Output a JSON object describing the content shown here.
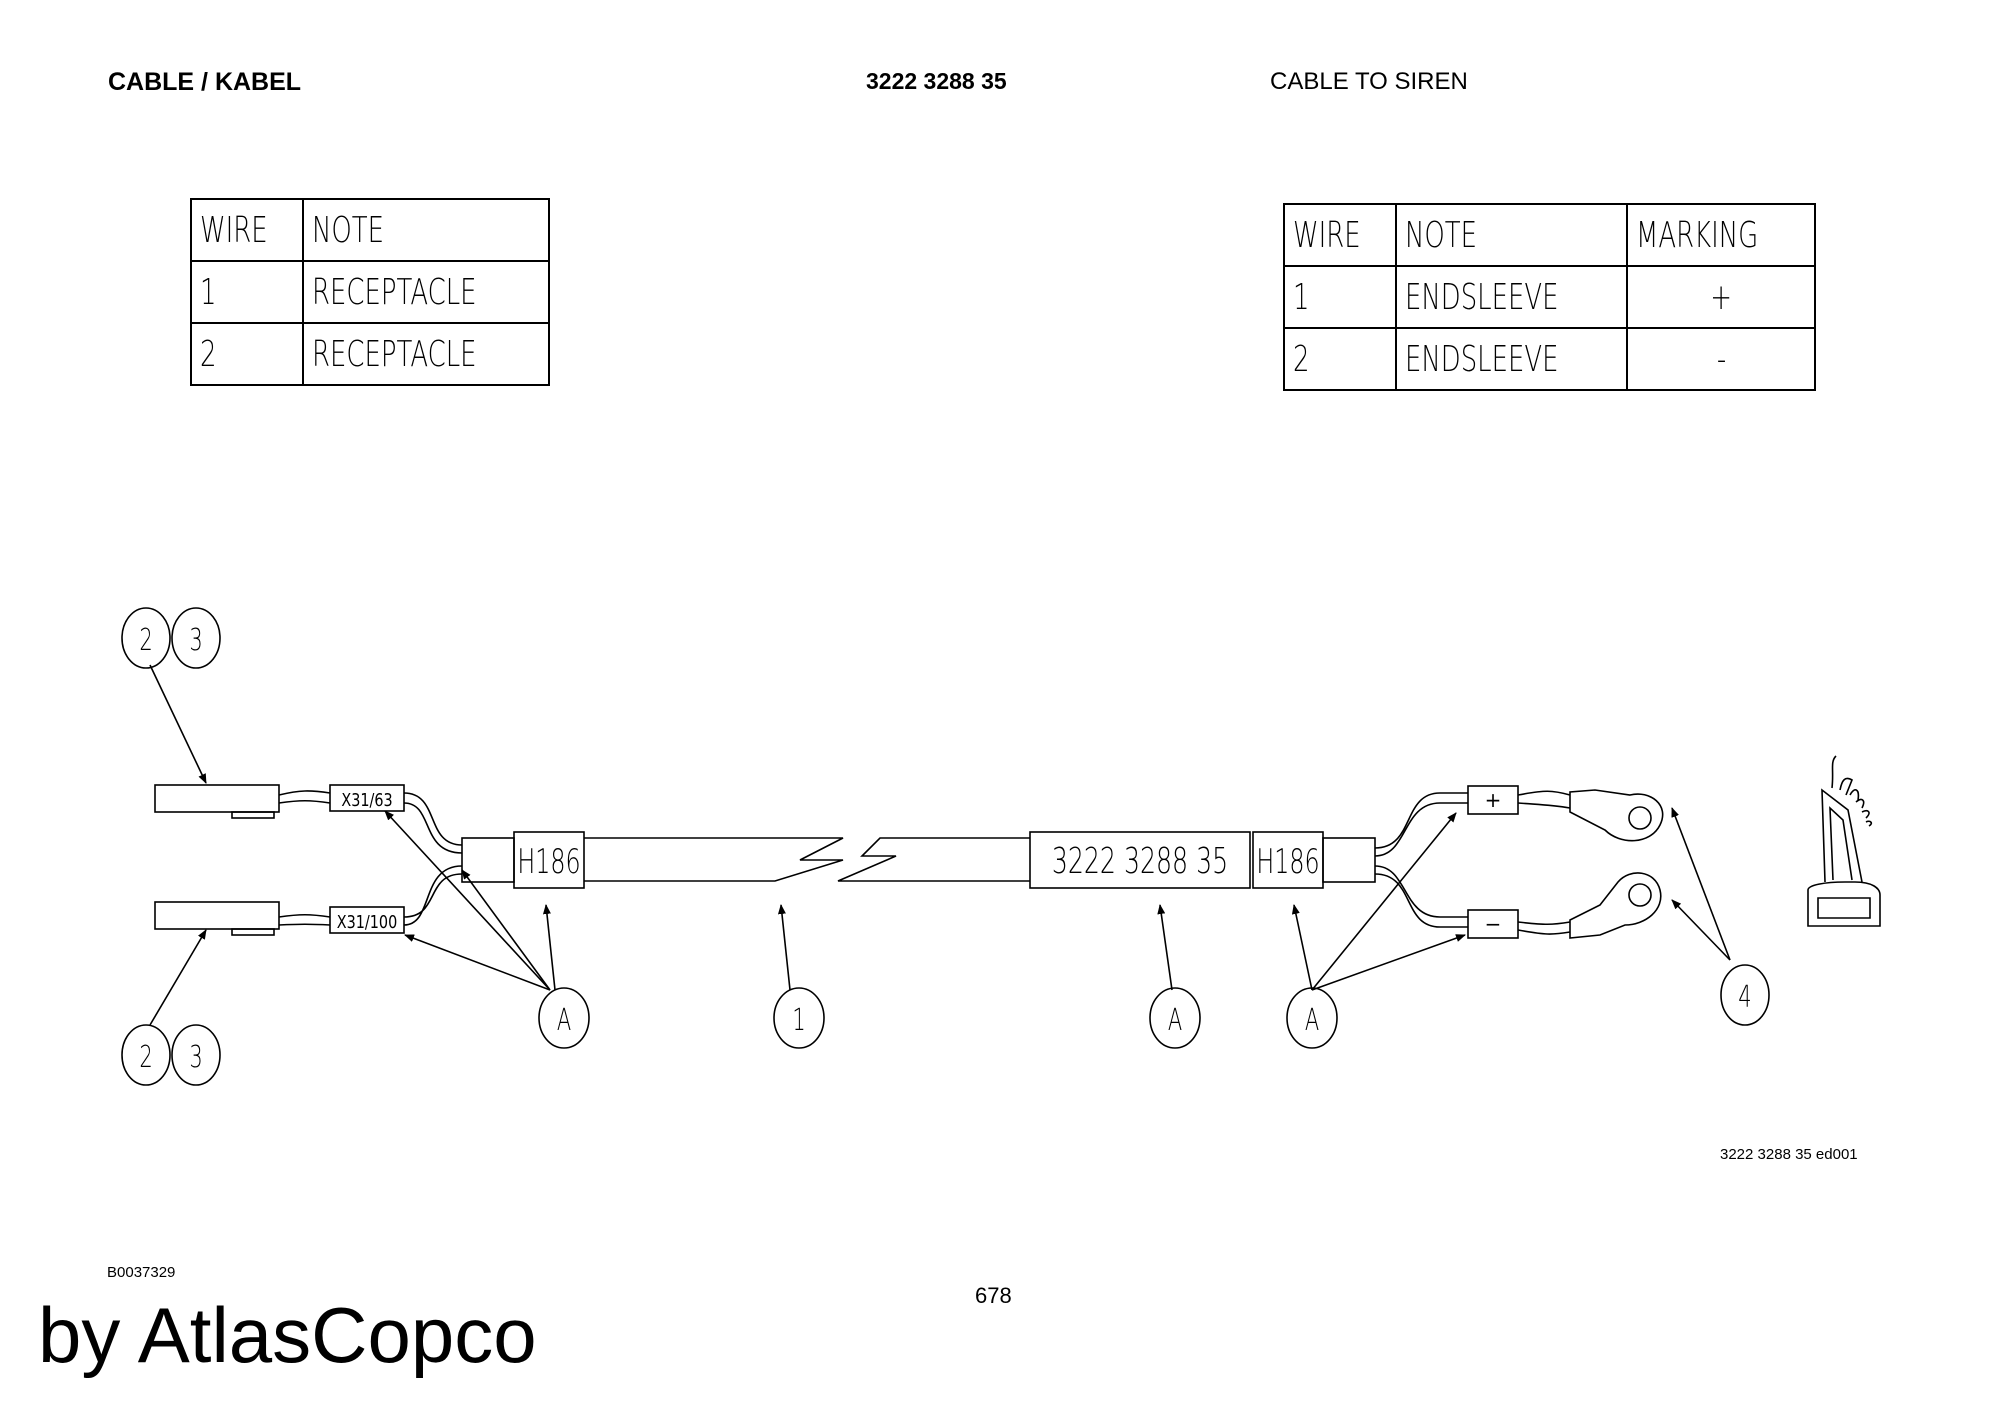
{
  "header": {
    "left": "CABLE / KABEL",
    "center": "3222 3288 35",
    "right": "CABLE TO SIREN"
  },
  "table_left": {
    "headers": [
      "WIRE",
      "NOTE"
    ],
    "rows": [
      [
        "1",
        "RECEPTACLE"
      ],
      [
        "2",
        "RECEPTACLE"
      ]
    ]
  },
  "table_right": {
    "headers": [
      "WIRE",
      "NOTE",
      "MARKING"
    ],
    "rows": [
      [
        "1",
        "ENDSLEEVE",
        "+"
      ],
      [
        "2",
        "ENDSLEEVE",
        "-"
      ]
    ]
  },
  "diagram": {
    "marker_top": "X31/63",
    "marker_bottom": "X31/100",
    "sleeve_left": "H186",
    "sleeve_right": "H186",
    "cable_label": "3222 3288 35",
    "plus_label": "+",
    "minus_label": "−",
    "balloons": {
      "top_2": "2",
      "top_3": "3",
      "bottom_2": "2",
      "bottom_3": "3",
      "a1": "A",
      "one": "1",
      "a2": "A",
      "a3": "A",
      "four": "4"
    }
  },
  "footer": {
    "drawing_ref": "3222 3288 35 ed001",
    "doc_code": "B0037329",
    "page_number": "678",
    "brand": "by AtlasCopco"
  }
}
